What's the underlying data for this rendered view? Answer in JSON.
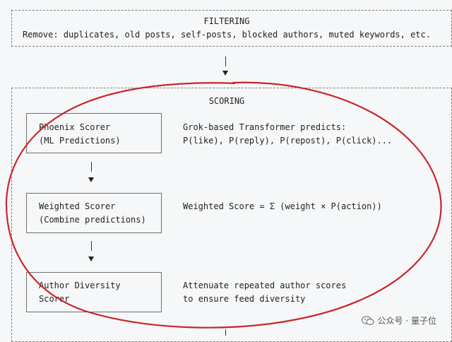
{
  "filtering": {
    "title": "FILTERING",
    "description": "Remove: duplicates, old posts, self-posts, blocked authors, muted keywords, etc."
  },
  "scoring": {
    "title": "SCORING",
    "steps": [
      {
        "name_line1": "Phoenix Scorer",
        "name_line2": "(ML Predictions)",
        "desc_line1": "Grok-based Transformer predicts:",
        "desc_line2": "P(like), P(reply), P(repost), P(click)..."
      },
      {
        "name_line1": "Weighted Scorer",
        "name_line2": "(Combine predictions)",
        "desc_line1": "Weighted Score = Σ (weight × P(action))",
        "desc_line2": ""
      },
      {
        "name_line1": "Author Diversity",
        "name_line2": "Scorer",
        "desc_line1": "Attenuate repeated author scores",
        "desc_line2": "to ensure feed diversity"
      }
    ]
  },
  "annotation": {
    "ellipse_color": "#c8262b"
  },
  "watermark": {
    "text": "公众号 · 量子位",
    "icon": "wechat-icon"
  }
}
